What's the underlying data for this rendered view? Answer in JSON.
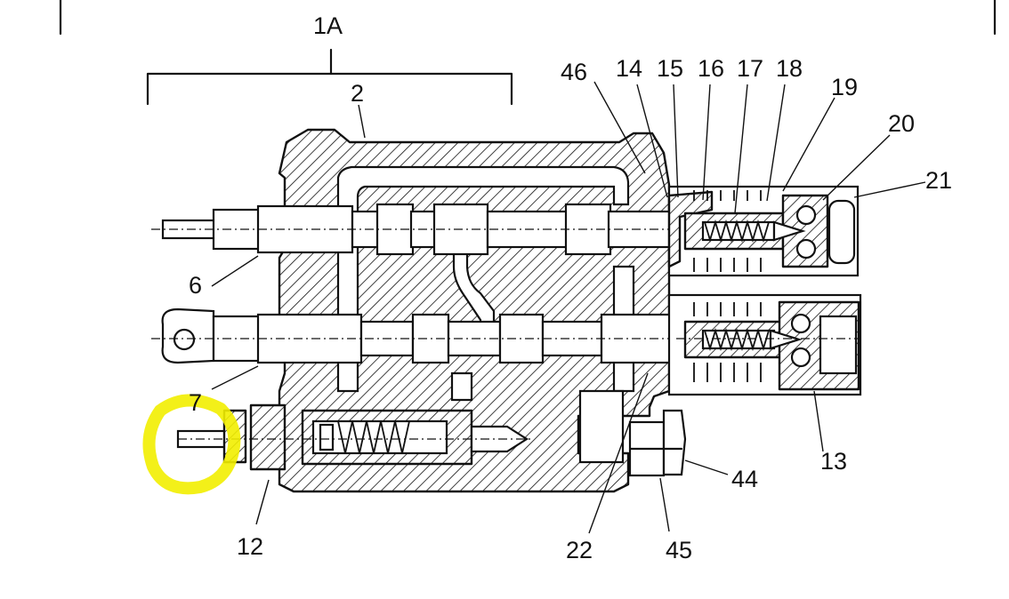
{
  "diagram": {
    "labels": {
      "l1A": "1A",
      "l2": "2",
      "l6": "6",
      "l7": "7",
      "l12": "12",
      "l13": "13",
      "l14": "14",
      "l15": "15",
      "l16": "16",
      "l17": "17",
      "l18": "18",
      "l19": "19",
      "l20": "20",
      "l21": "21",
      "l22": "22",
      "l44": "44",
      "l45": "45",
      "l46": "46"
    },
    "highlight_color": "#f2ee00",
    "line_color": "#111111"
  }
}
